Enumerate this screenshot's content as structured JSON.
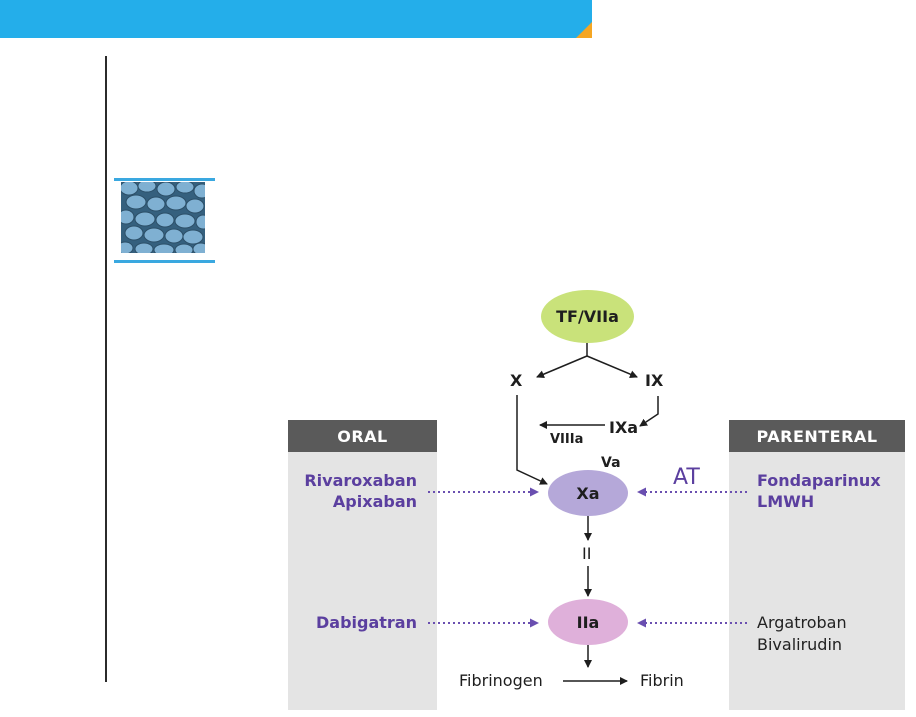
{
  "colors": {
    "banner": "#24aeea",
    "banner_corner": "#f5a623",
    "accent_rule": "#3aa8e0",
    "drug_purple": "#5b3f9f",
    "tf_node": "#c9e27a",
    "xa_node": "#b5a8d9",
    "iia_node": "#dfb0da",
    "panel_bg": "#e4e4e4",
    "panel_header": "#5a5a5a"
  },
  "image": {
    "icon": "blue-pills-photo"
  },
  "diagram": {
    "nodes": {
      "tf": "TF/VIIa",
      "xa": "Xa",
      "iia": "IIa"
    },
    "factors": {
      "x": "X",
      "ix": "IX",
      "ixa": "IXa",
      "viiia": "VIIIa",
      "va": "Va",
      "ii": "II",
      "fibrinogen": "Fibrinogen",
      "fibrin": "Fibrin"
    },
    "at_label": "AT",
    "oral": {
      "header": "ORAL",
      "xa_drug_1": "Rivaroxaban",
      "xa_drug_2": "Apixaban",
      "iia_drug": "Dabigatran"
    },
    "parenteral": {
      "header": "PARENTERAL",
      "xa_drug_1": "Fondaparinux",
      "xa_drug_2": "LMWH",
      "iia_drug_1": "Argatroban",
      "iia_drug_2": "Bivalirudin"
    }
  }
}
